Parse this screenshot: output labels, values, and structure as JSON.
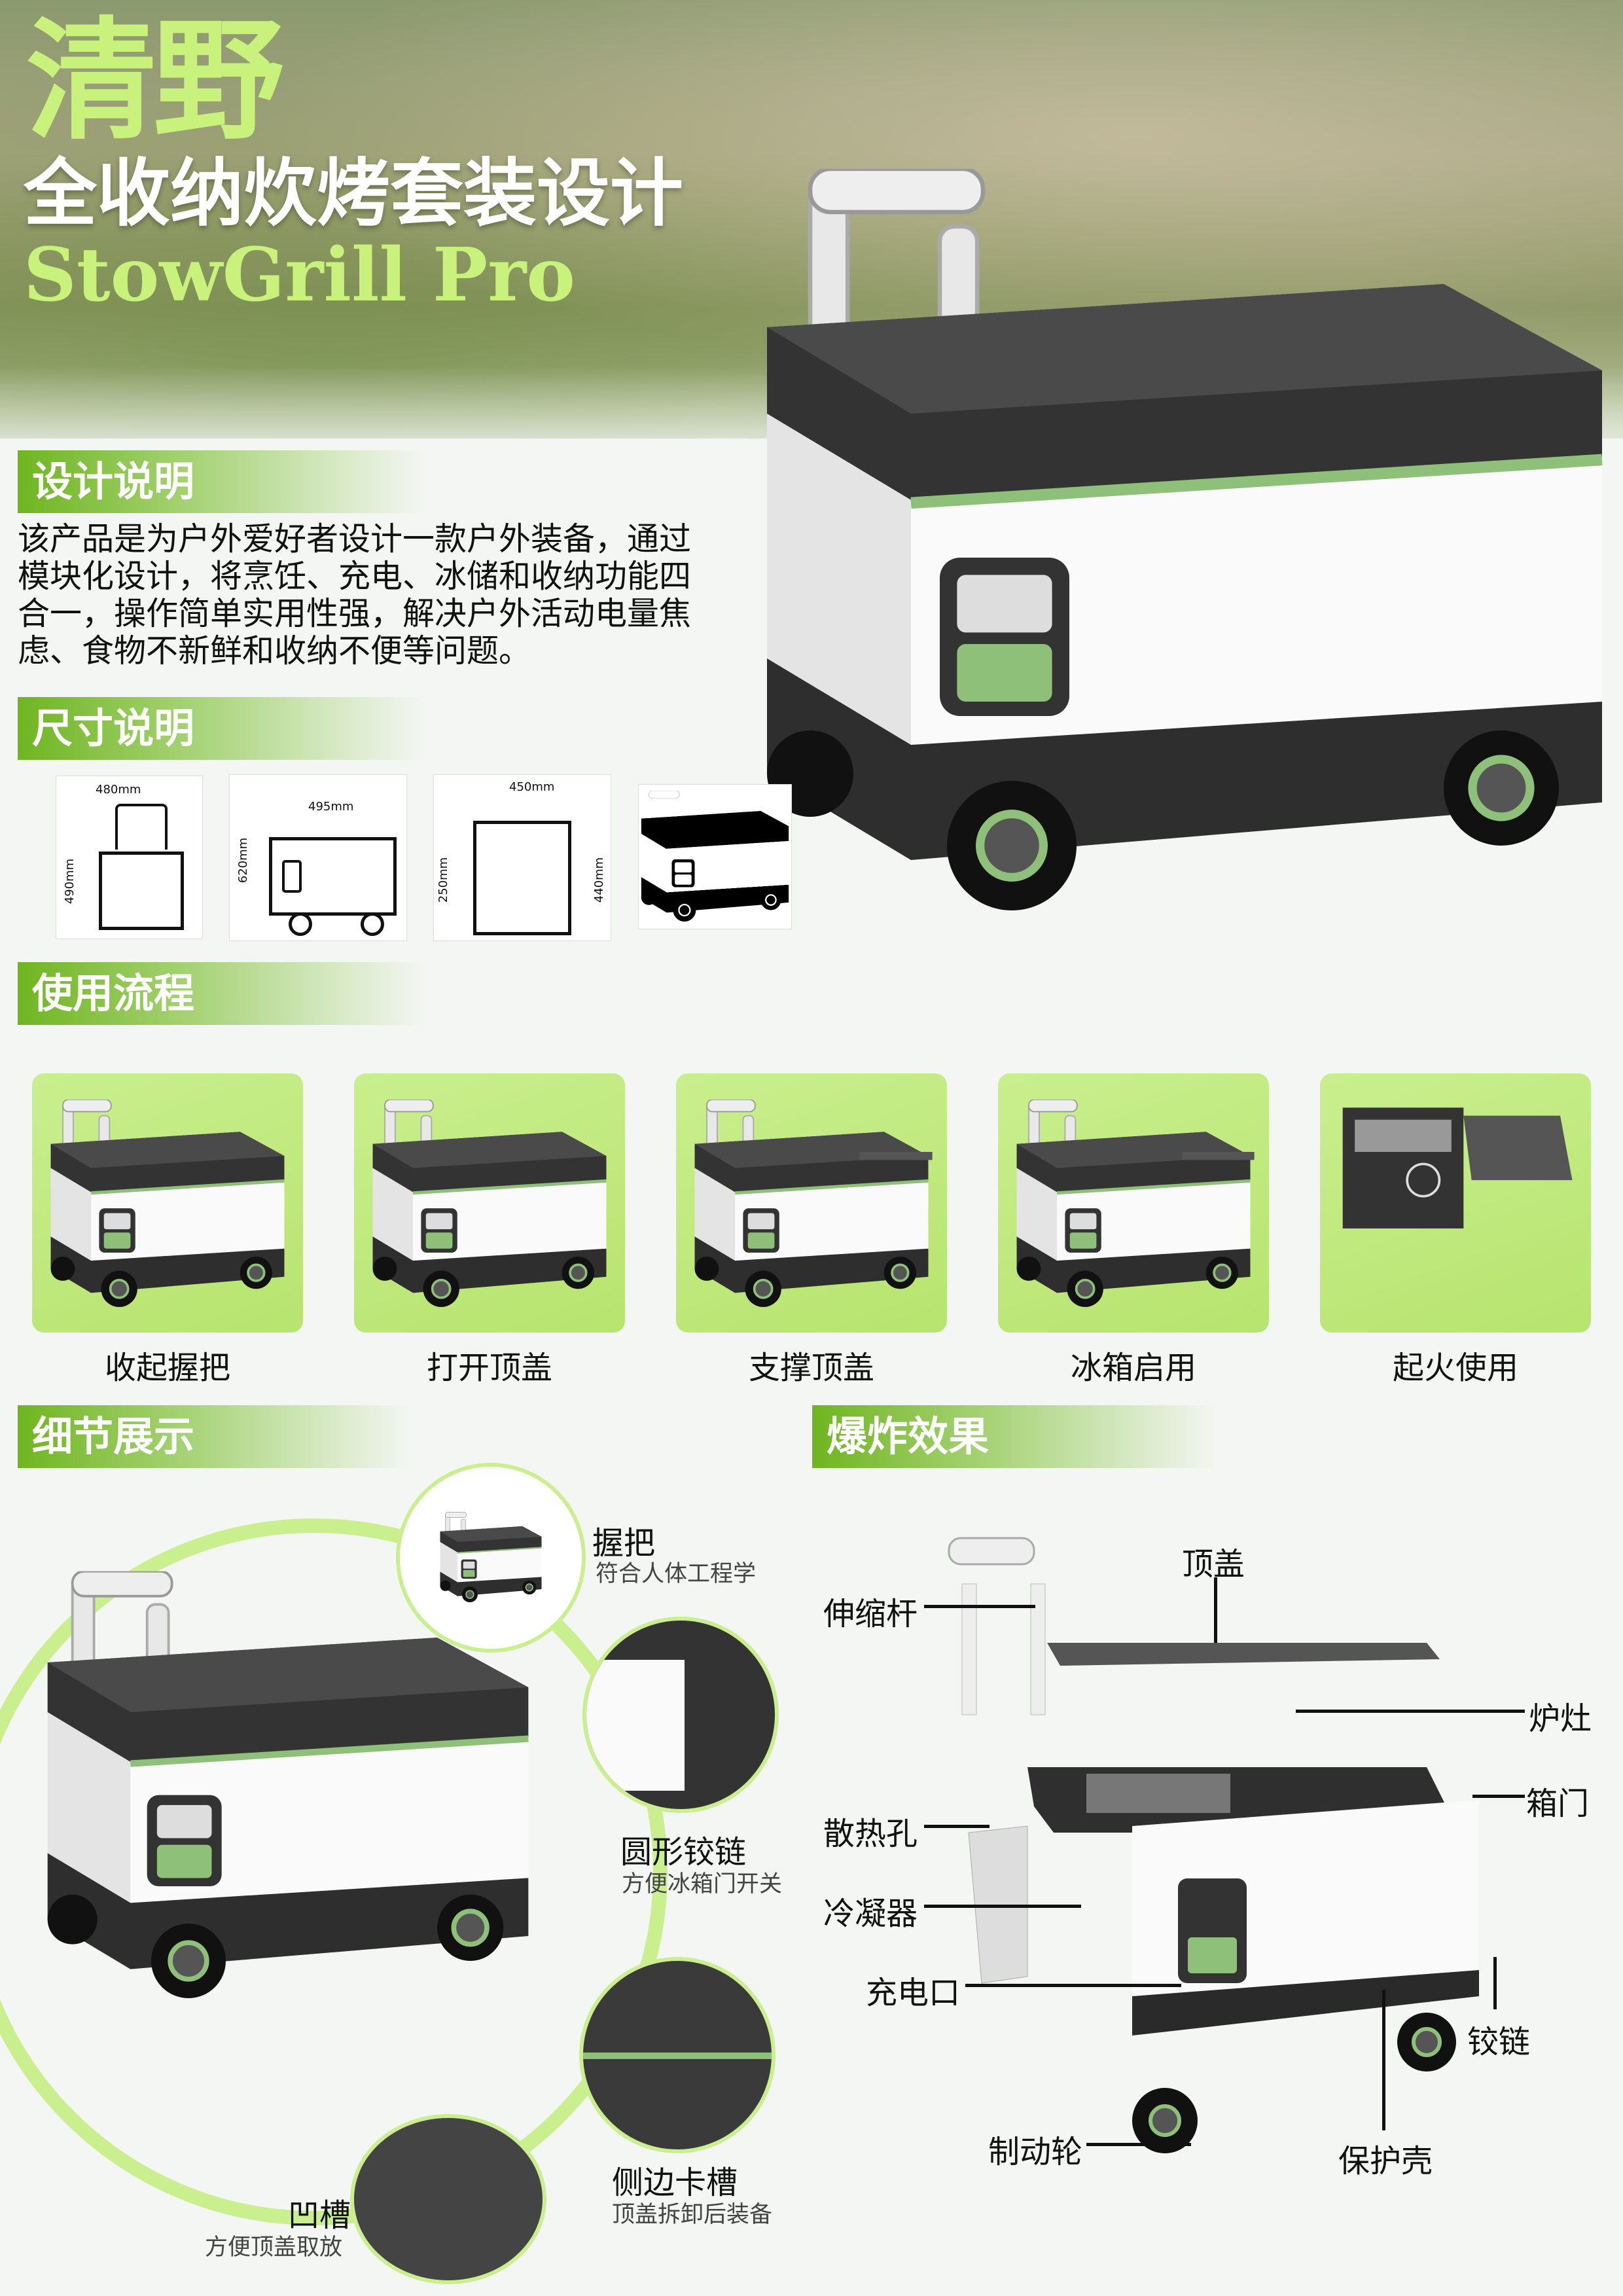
{
  "title": {
    "brand": "清野",
    "subtitle": "全收纳炊烤套装设计",
    "english": "StowGrill Pro"
  },
  "colors": {
    "accent": "#6fb520",
    "light_green": "#c9f27c",
    "dark": "#3a3a3a"
  },
  "design": {
    "heading": "设计说明",
    "text": "该产品是为户外爱好者设计一款户外装备，通过模块化设计，将烹饪、充电、冰储和收纳功能四合一，操作简单实用性强，解决户外活动电量焦虑、食物不新鲜和收纳不便等问题。"
  },
  "dimensions": {
    "heading": "尺寸说明",
    "front": {
      "width": "480mm",
      "height": "490mm"
    },
    "side": {
      "width": "495mm",
      "height": "620mm"
    },
    "top": {
      "width": "450mm",
      "left": "250mm",
      "right": "440mm"
    }
  },
  "process": {
    "heading": "使用流程",
    "steps": [
      {
        "label": "收起握把"
      },
      {
        "label": "打开顶盖"
      },
      {
        "label": "支撑顶盖"
      },
      {
        "label": "冰箱启用"
      },
      {
        "label": "起火使用"
      }
    ]
  },
  "details": {
    "heading": "细节展示",
    "items": [
      {
        "title": "握把",
        "desc": "符合人体工程学"
      },
      {
        "title": "圆形铰链",
        "desc": "方便冰箱门开关"
      },
      {
        "title": "侧边卡槽",
        "desc": "顶盖拆卸后装备"
      },
      {
        "title": "凹槽",
        "desc": "方便顶盖取放"
      }
    ]
  },
  "explode": {
    "heading": "爆炸效果",
    "parts": {
      "lid": "顶盖",
      "rod": "伸缩杆",
      "stove": "炉灶",
      "door": "箱门",
      "vent": "散热孔",
      "condenser": "冷凝器",
      "charge": "充电口",
      "hinge": "铰链",
      "brake": "制动轮",
      "shell": "保护壳"
    }
  }
}
